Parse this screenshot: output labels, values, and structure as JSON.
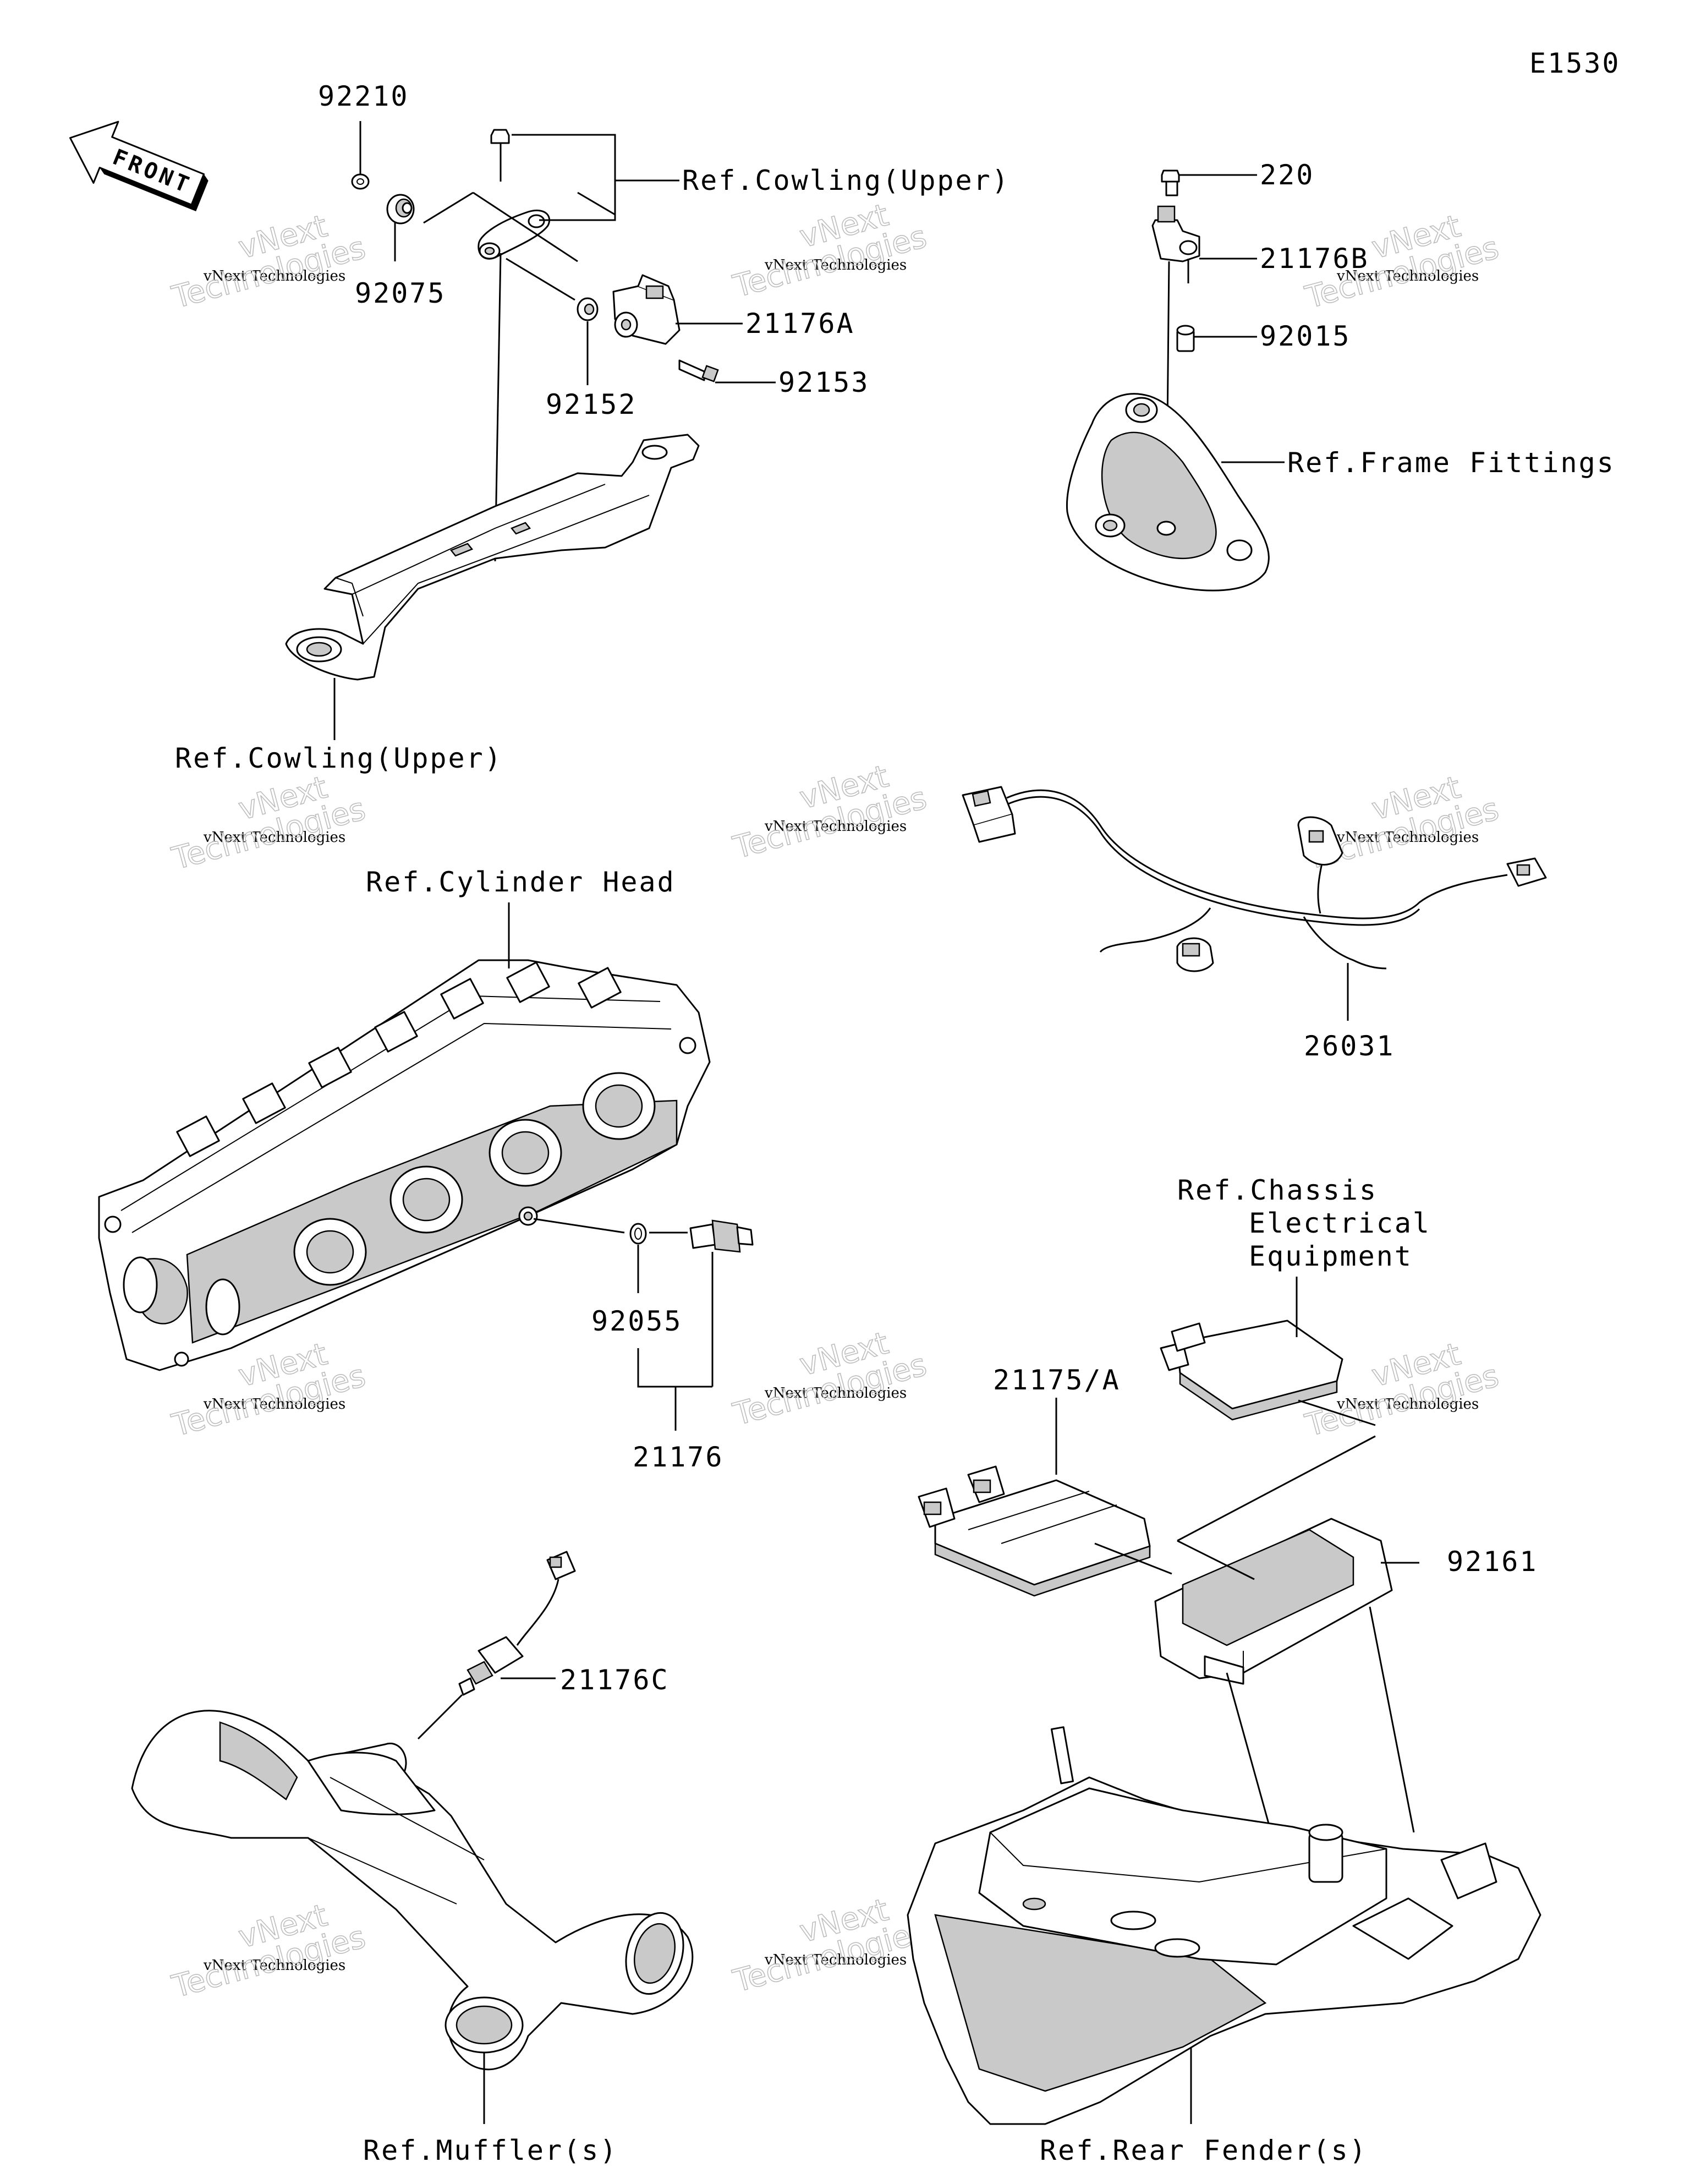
{
  "diagram_code": "E1530",
  "front_label": "FRONT",
  "labels": {
    "p92210": "92210",
    "p92075": "92075",
    "ref_cowling_upper_top": "Ref.Cowling(Upper)",
    "p92152": "92152",
    "p21176A": "21176A",
    "p92153": "92153",
    "ref_cowling_upper_bottom": "Ref.Cowling(Upper)",
    "p220": "220",
    "p21176B": "21176B",
    "p92015": "92015",
    "ref_frame_fittings": "Ref.Frame Fittings",
    "p26031": "26031",
    "ref_cylinder_head": "Ref.Cylinder Head",
    "p92055": "92055",
    "p21176": "21176",
    "ref_chassis_1": "Ref.Chassis",
    "ref_chassis_2": "Electrical",
    "ref_chassis_3": "Equipment",
    "p21175A": "21175/A",
    "p92161": "92161",
    "p21176C": "21176C",
    "ref_mufflers": "Ref.Muffler(s)",
    "ref_rear_fenders": "Ref.Rear Fender(s)"
  },
  "watermark": {
    "line1": "vNext Technologies",
    "line2": "vNext",
    "line3": "Technologies"
  }
}
